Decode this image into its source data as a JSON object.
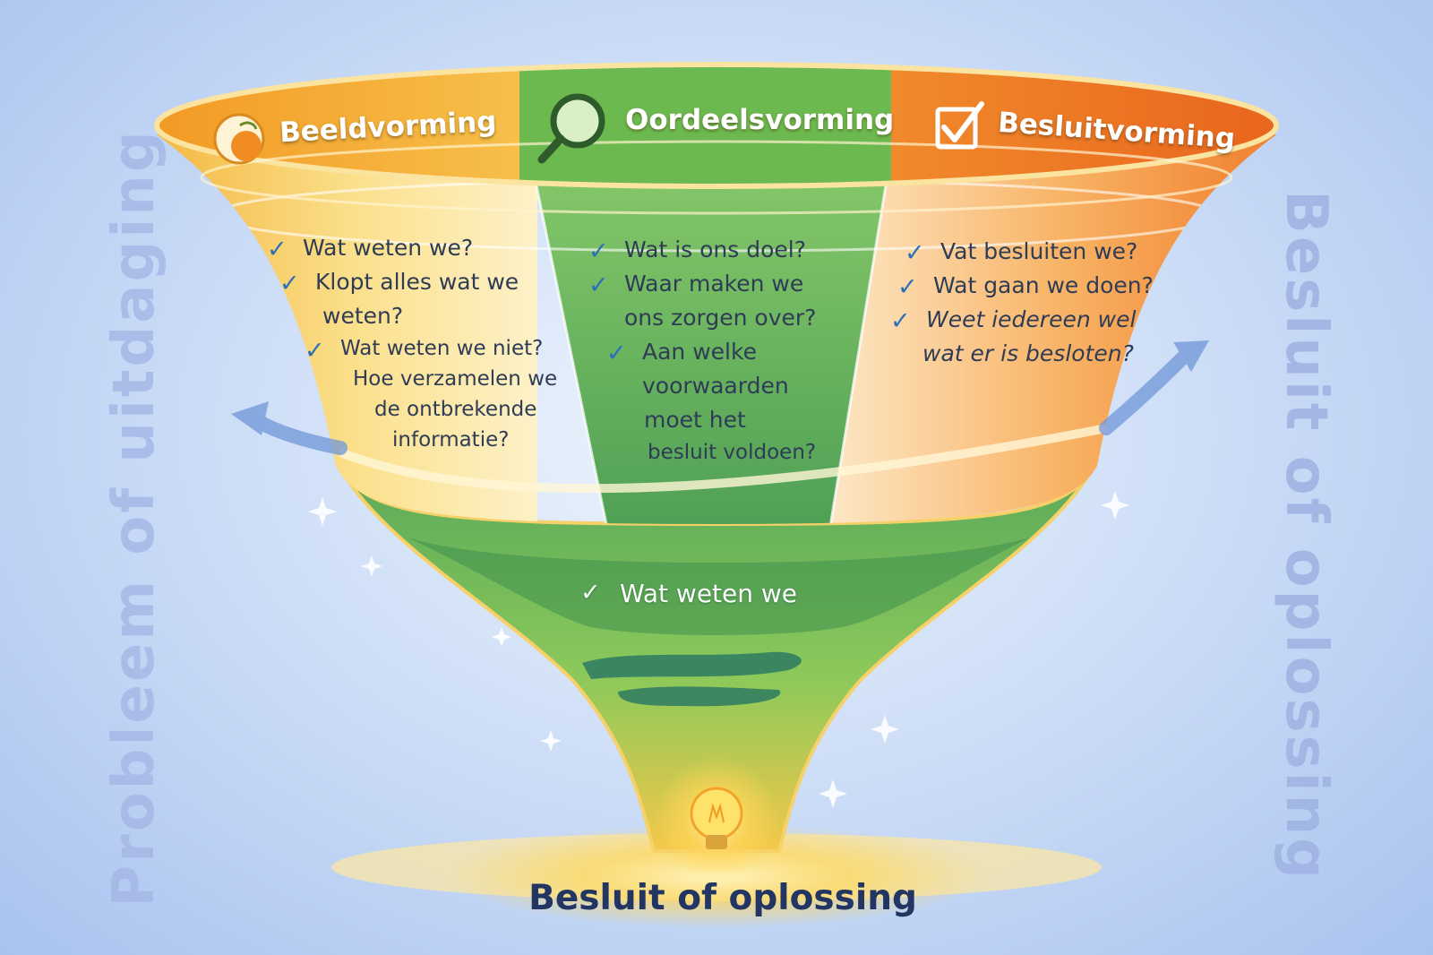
{
  "side_labels": {
    "left": "Probleem of uitdaging",
    "right": "Besluit of oplossing"
  },
  "columns": [
    {
      "header": "Beeldvorming",
      "icon": "orange-fruit-icon",
      "color": "#f2a32c",
      "items": [
        "Wat weten we?",
        "Klopt alles wat we",
        "weten?",
        "Wat weten we niet?",
        "Hoe verzamelen we",
        "de ontbrekende",
        "informatie?"
      ]
    },
    {
      "header": "Oordeelsvorming",
      "icon": "magnifier-icon",
      "color": "#5fae4e",
      "items": [
        "Wat is ons doel?",
        "Waar maken we",
        "ons zorgen over?",
        "Aan welke",
        "voorwaarden",
        "moet het",
        "besluit voldoen?"
      ]
    },
    {
      "header": "Besluitvorming",
      "icon": "checkbox-icon",
      "color": "#ee7a2a",
      "items": [
        "Vat besluiten we?",
        "Wat gaan we doen?",
        "Weet iedereen wel",
        "wat er is besloten?"
      ]
    }
  ],
  "middle_item": "Wat weten we",
  "bottom_title": "Besluit of oplossing",
  "bulb_icon": "lightbulb-icon"
}
